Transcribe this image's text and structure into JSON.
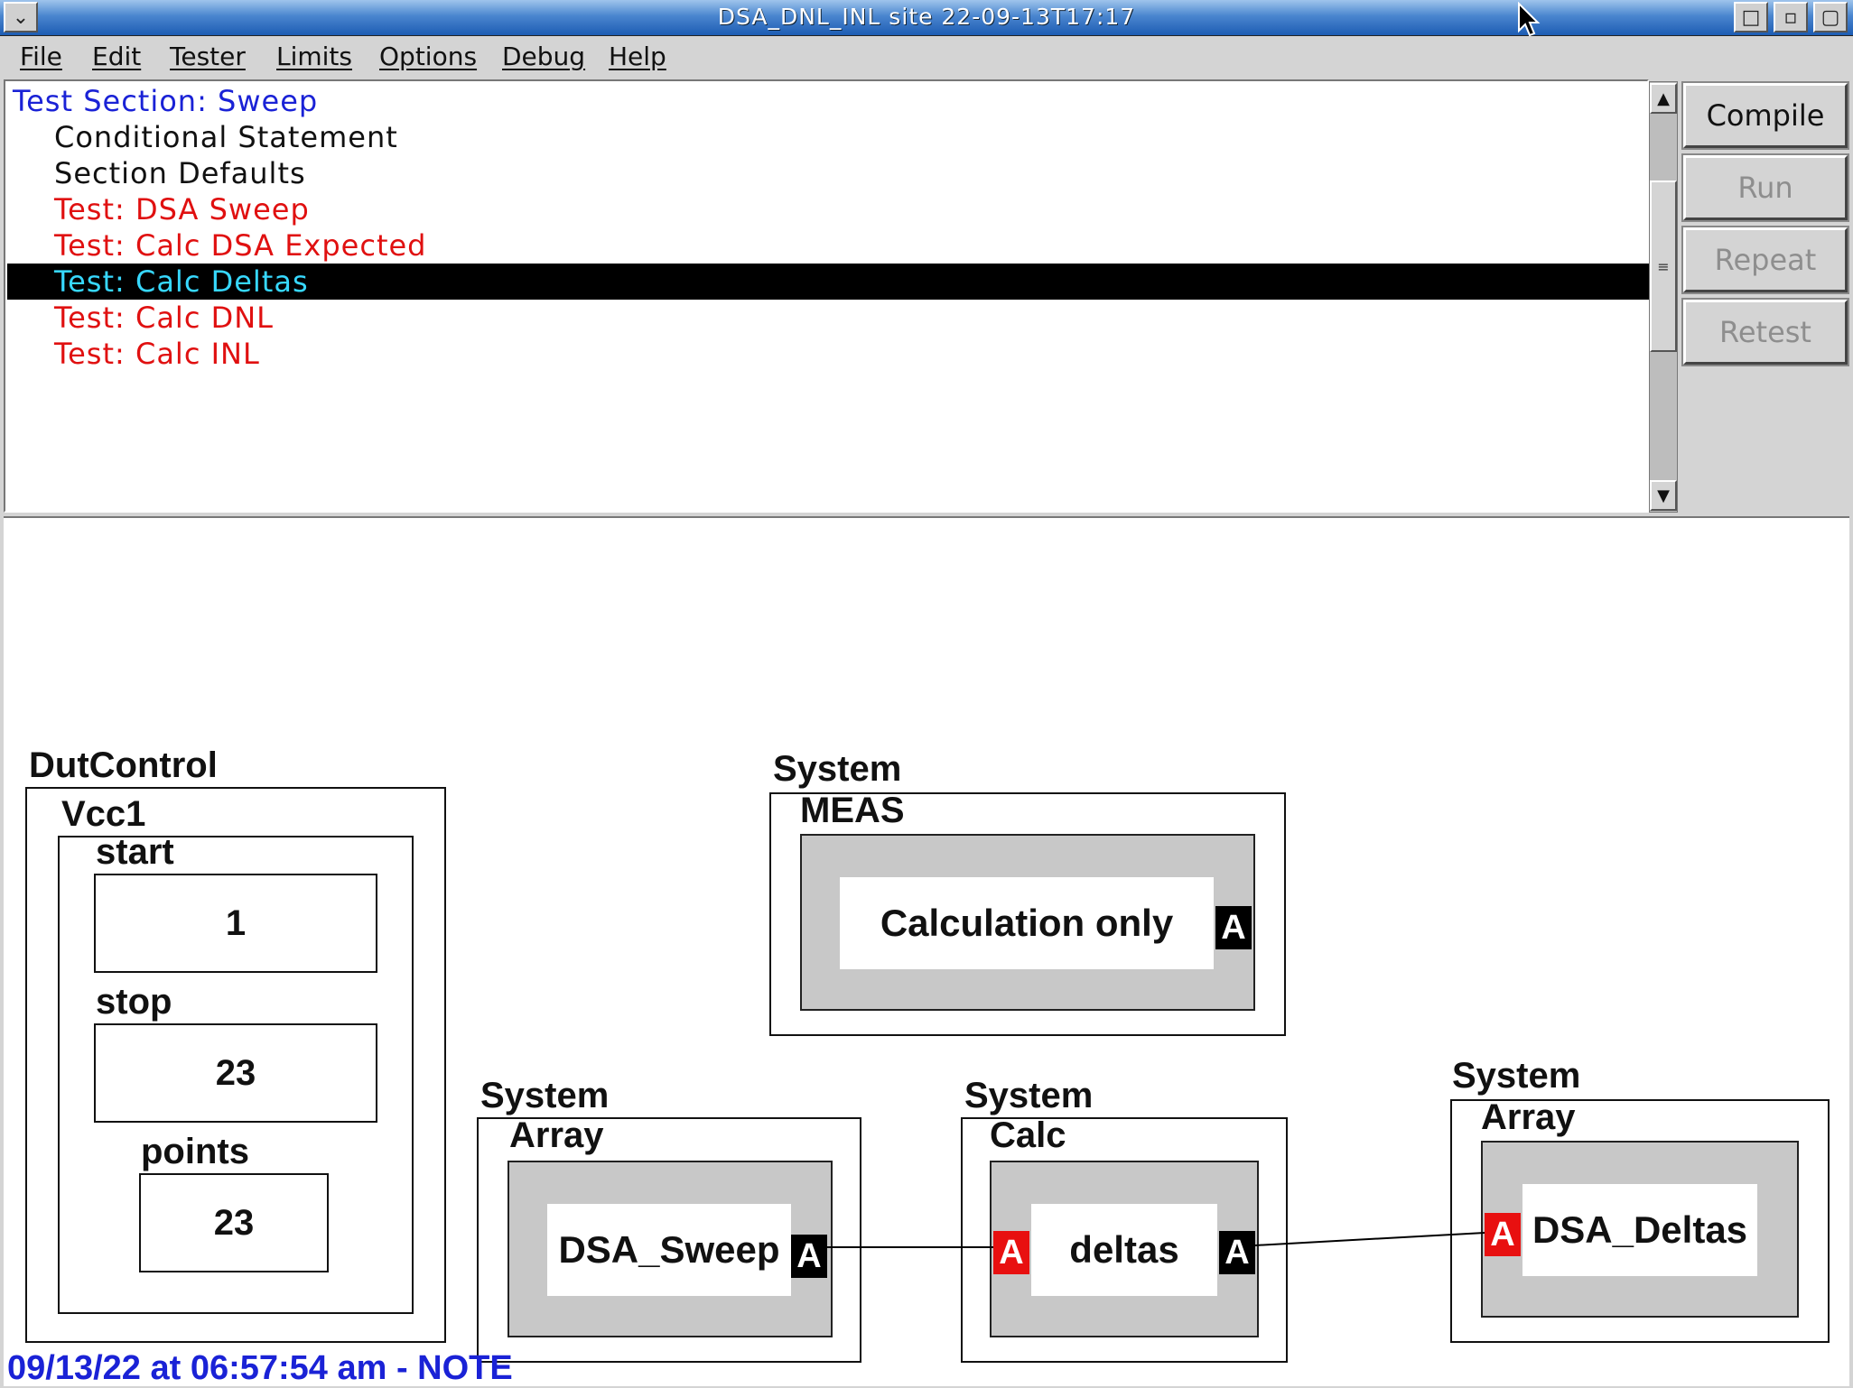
{
  "window": {
    "title": "DSA_DNL_INL  site  22-09-13T17:17"
  },
  "menu": [
    "File",
    "Edit",
    "Tester",
    "Limits",
    "Options",
    "Debug",
    "Help"
  ],
  "test_list": [
    {
      "label": "Test Section: Sweep",
      "color": "#1a22d6",
      "level": 0,
      "selected": false
    },
    {
      "label": "Conditional Statement",
      "color": "#111111",
      "level": 1,
      "selected": false
    },
    {
      "label": "Section Defaults",
      "color": "#111111",
      "level": 1,
      "selected": false
    },
    {
      "label": "Test: DSA Sweep",
      "color": "#e01010",
      "level": 1,
      "selected": false
    },
    {
      "label": "Test: Calc DSA Expected",
      "color": "#e01010",
      "level": 1,
      "selected": false
    },
    {
      "label": "Test: Calc Deltas",
      "color": "#37d8ff",
      "level": 1,
      "selected": true
    },
    {
      "label": "Test: Calc DNL",
      "color": "#e01010",
      "level": 1,
      "selected": false
    },
    {
      "label": "Test: Calc INL",
      "color": "#e01010",
      "level": 1,
      "selected": false
    }
  ],
  "side_buttons": {
    "compile": "Compile",
    "run": "Run",
    "repeat": "Repeat",
    "retest": "Retest"
  },
  "diagram": {
    "dutcontrol": {
      "title": "DutControl",
      "channel": "Vcc1",
      "start_label": "start",
      "start_value": "1",
      "stop_label": "stop",
      "stop_value": "23",
      "points_label": "points",
      "points_value": "23"
    },
    "meas": {
      "system": "System",
      "type": "MEAS",
      "text": "Calculation only",
      "port": "A"
    },
    "sweep": {
      "system": "System",
      "type": "Array",
      "text": "DSA_Sweep",
      "port_out": "A"
    },
    "calc": {
      "system": "System",
      "type": "Calc",
      "text": "deltas",
      "port_in": "A",
      "port_out": "A"
    },
    "deltas": {
      "system": "System",
      "type": "Array",
      "text": "DSA_Deltas",
      "port_in": "A"
    }
  },
  "status": "09/13/22 at 06:57:54 am - NOTE",
  "colors": {
    "port_output": "#000000",
    "port_input": "#e81010",
    "selection": "#000000"
  }
}
